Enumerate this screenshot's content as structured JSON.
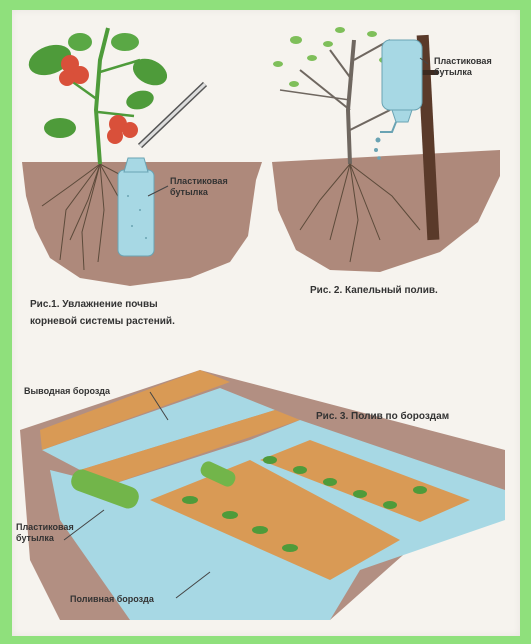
{
  "figure1": {
    "label_line1": "Пластиковая",
    "label_line2": "бутылка",
    "caption_line1": "Рис.1.  Увлажнение почвы",
    "caption_line2": "корневой системы растений."
  },
  "figure2": {
    "label_line1": "Пластиковая",
    "label_line2": "бутылка",
    "caption": "Рис. 2. Капельный полив."
  },
  "figure3": {
    "caption": "Рис. 3. Полив по бороздам",
    "outlet_furrow": "Выводная борозда",
    "bottle_line1": "Пластиковая",
    "bottle_line2": "бутылка",
    "irrigation_furrow": "Поливная борозда"
  },
  "colors": {
    "background_border": "#8fe07c",
    "paper": "#f6f3ee",
    "soil": "#a67d6e",
    "water": "#a7d8e4",
    "ridge": "#d99a55",
    "leaves": "#4e9b3a",
    "tomato": "#d9503a",
    "wood": "#5a3a2a"
  },
  "icons": [
    "tomato-plant-icon",
    "plastic-bottle-icon",
    "tree-icon",
    "wooden-stake-icon",
    "water-drop-icon",
    "seedling-icon"
  ]
}
